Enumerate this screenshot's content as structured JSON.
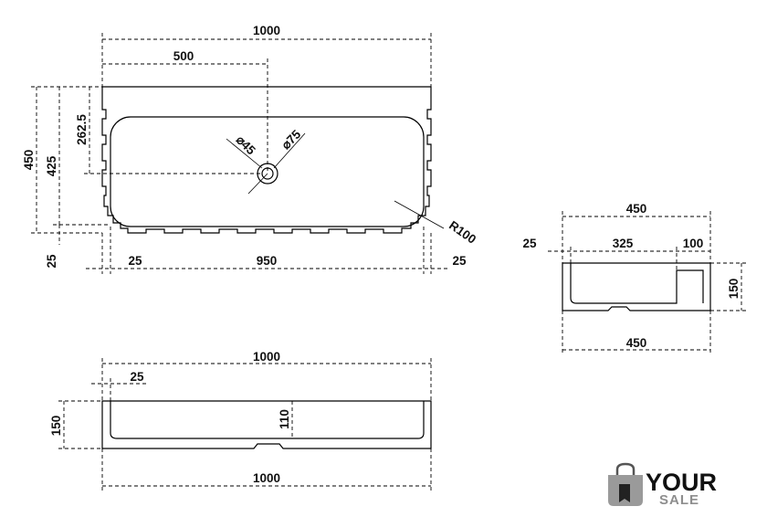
{
  "top_view": {
    "overall_width": "1000",
    "drain_offset": "500",
    "overall_depth": "450",
    "inner_depth": "425",
    "drain_center_depth": "262.5",
    "rim_front": "25",
    "rim_left": "25",
    "inner_width": "950",
    "rim_right": "25",
    "drain_inner_dia": "⌀45",
    "drain_outer_dia": "⌀75",
    "corner_radius": "R100"
  },
  "side_view": {
    "depth_top": "450",
    "rim_back": "25",
    "bowl_depth": "325",
    "ledge_depth": "100",
    "height": "150",
    "depth_bottom": "450"
  },
  "front_view": {
    "width_top": "1000",
    "rim_left": "25",
    "height": "150",
    "inner_height": "110",
    "width_bottom": "1000"
  },
  "logo": {
    "word1": "YOUR",
    "word2": "SALE"
  }
}
